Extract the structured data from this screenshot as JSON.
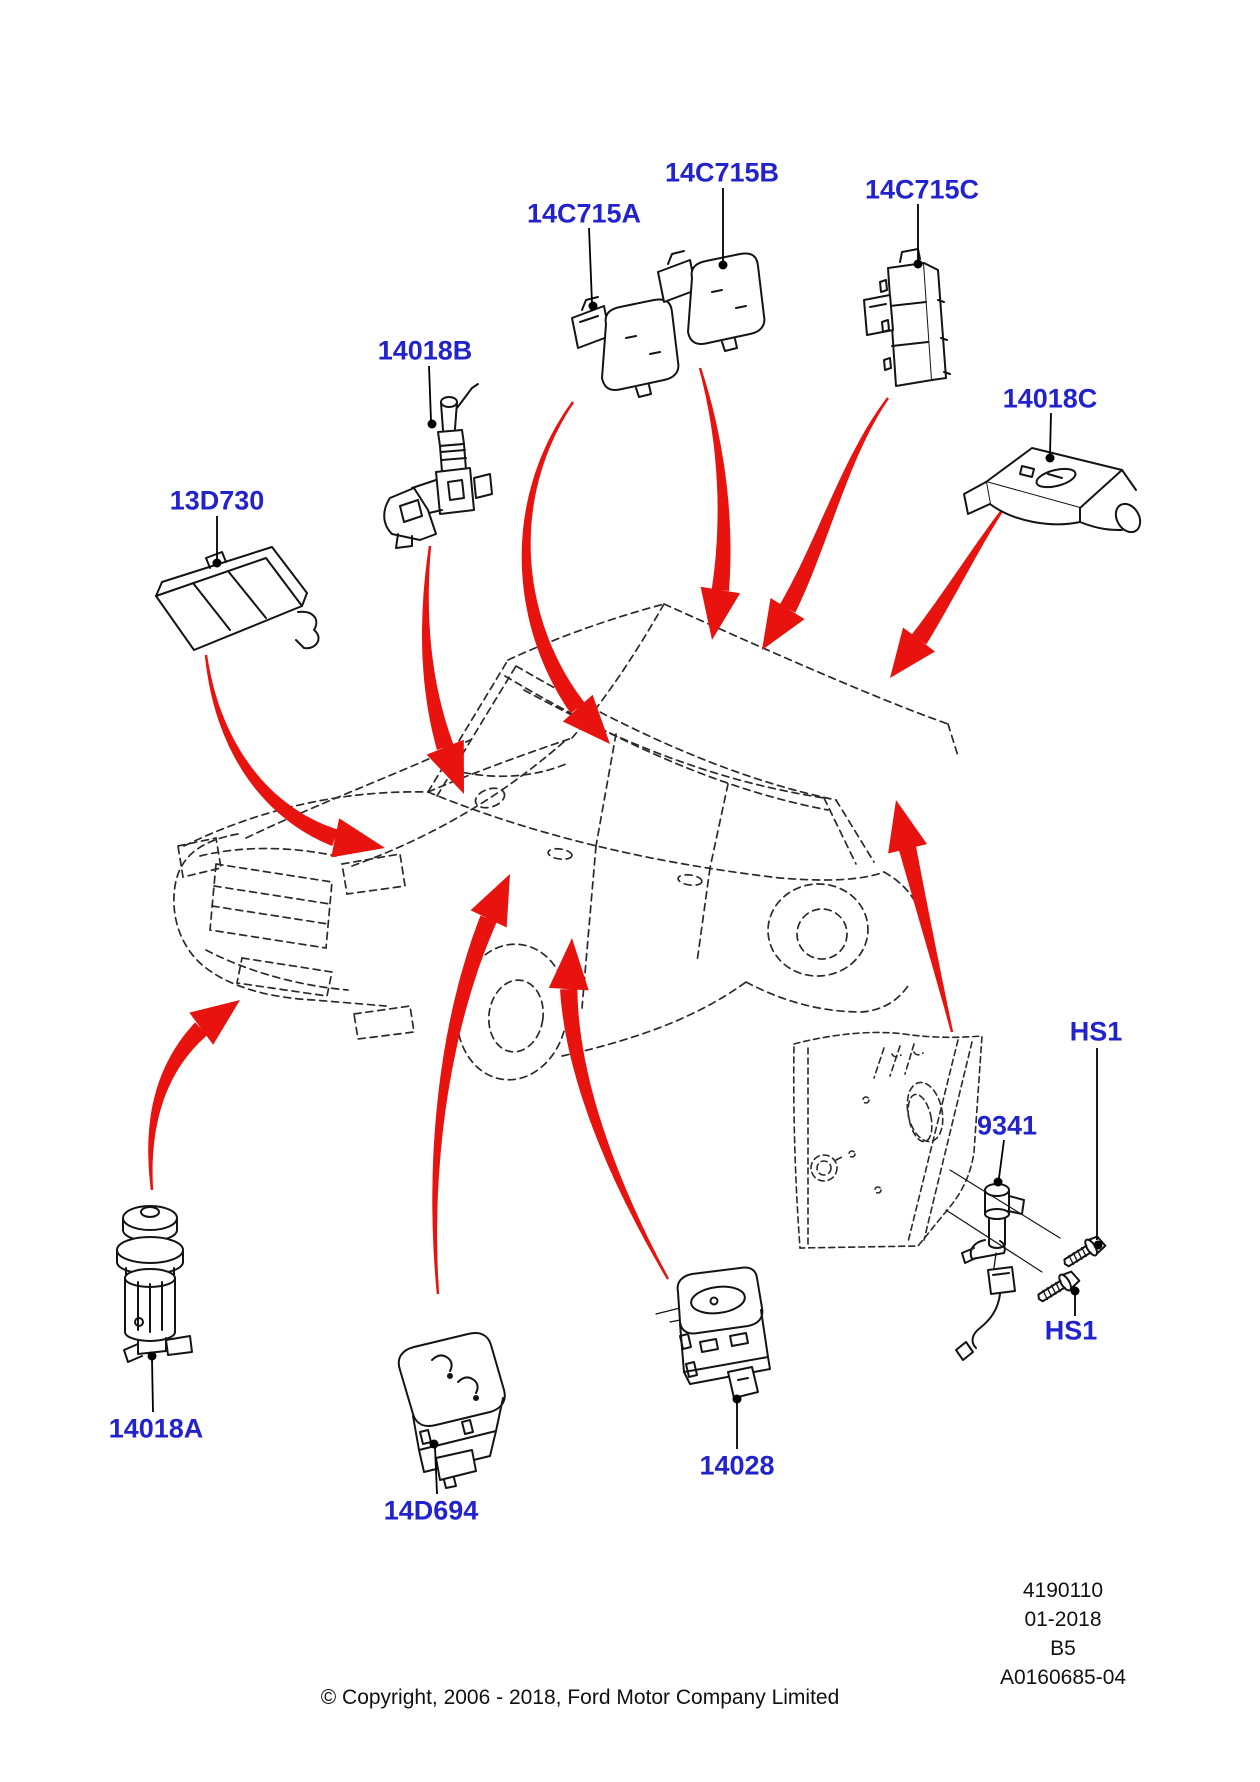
{
  "doc_type": "vehicle-parts-location-diagram",
  "parts": [
    {
      "id": "14C715A",
      "label": "14C715A"
    },
    {
      "id": "14C715B",
      "label": "14C715B"
    },
    {
      "id": "14C715C",
      "label": "14C715C"
    },
    {
      "id": "14018B",
      "label": "14018B"
    },
    {
      "id": "13D730",
      "label": "13D730"
    },
    {
      "id": "14018C",
      "label": "14018C"
    },
    {
      "id": "14018A",
      "label": "14018A"
    },
    {
      "id": "14D694",
      "label": "14D694"
    },
    {
      "id": "14028",
      "label": "14028"
    },
    {
      "id": "9341",
      "label": "9341"
    },
    {
      "id": "HS1_top",
      "label": "HS1"
    },
    {
      "id": "HS1_bottom",
      "label": "HS1"
    }
  ],
  "plate": {
    "line1": "4190110",
    "line2": "01-2018",
    "line3": "B5",
    "line4": "A0160685-04"
  },
  "footer": {
    "copyright": "© Copyright, 2006 - 2018, Ford Motor Company Limited"
  },
  "colors": {
    "label_blue": "#2323cd",
    "arrow_red": "#e8120e",
    "line_black": "#141414",
    "dash_gray": "#2a2a2a"
  }
}
